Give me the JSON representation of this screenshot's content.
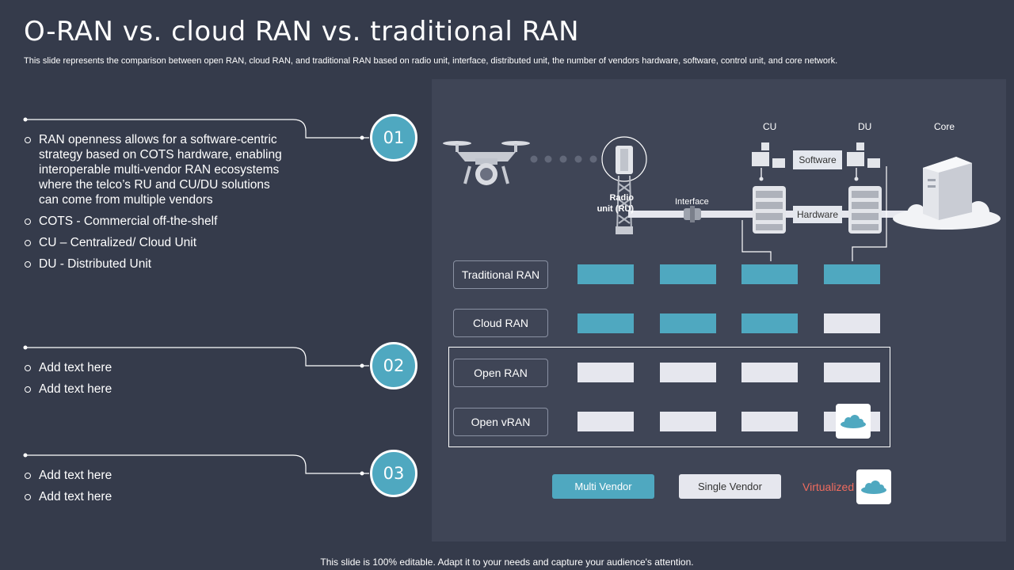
{
  "slide": {
    "title": "O-RAN vs. cloud RAN vs. traditional RAN",
    "subtitle": "This slide represents the comparison between open RAN, cloud RAN,  and traditional RAN based on radio unit, interface, distributed unit, the number of vendors hardware, software, control unit, and core network.",
    "footer": "This slide is 100% editable. Adapt it to your needs and capture your audience's attention."
  },
  "points": [
    {
      "number": "01",
      "bullets": [
        "RAN openness allows for a software-centric strategy based on COTS hardware, enabling interoperable multi-vendor RAN ecosystems where the telco’s RU and CU/DU solutions can come from multiple vendors",
        "COTS - Commercial off-the-shelf",
        "CU – Centralized/ Cloud Unit",
        "DU - Distributed Unit"
      ]
    },
    {
      "number": "02",
      "bullets": [
        "Add text here",
        "Add text here"
      ]
    },
    {
      "number": "03",
      "bullets": [
        "Add text here",
        "Add text here"
      ]
    }
  ],
  "diagram": {
    "radio_unit_label": "Radio\nunit (RU)",
    "interface_label": "Interface",
    "cu_label": "CU",
    "du_label": "DU",
    "core_label": "Core",
    "software_label": "Software",
    "hardware_label": "Hardware",
    "icons": [
      "drone-icon",
      "radio-tower-icon",
      "server-stack-icon",
      "monitor-icon",
      "cloud-server-icon",
      "cloud-icon"
    ]
  },
  "comparison": {
    "columns": [
      "Radio unit (RU)",
      "Interface",
      "CU",
      "DU"
    ],
    "rows": [
      {
        "label": "Traditional RAN",
        "cells": [
          "multi",
          "multi",
          "multi",
          "multi"
        ]
      },
      {
        "label": "Cloud RAN",
        "cells": [
          "multi",
          "multi",
          "multi",
          "single"
        ]
      },
      {
        "label": "Open RAN",
        "cells": [
          "single",
          "single",
          "single",
          "single"
        ]
      },
      {
        "label": "Open vRAN",
        "cells": [
          "single",
          "single",
          "single",
          "virtualized"
        ]
      }
    ],
    "legend": {
      "multi_vendor": "Multi Vendor",
      "single_vendor": "Single Vendor",
      "virtualized": "Virtualized"
    }
  },
  "colors": {
    "background": "#353b4b",
    "panel": "#3f4556",
    "accent": "#4fa8c0",
    "single_vendor": "#e6e7ee",
    "virtualized_text": "#ef6b5e"
  }
}
